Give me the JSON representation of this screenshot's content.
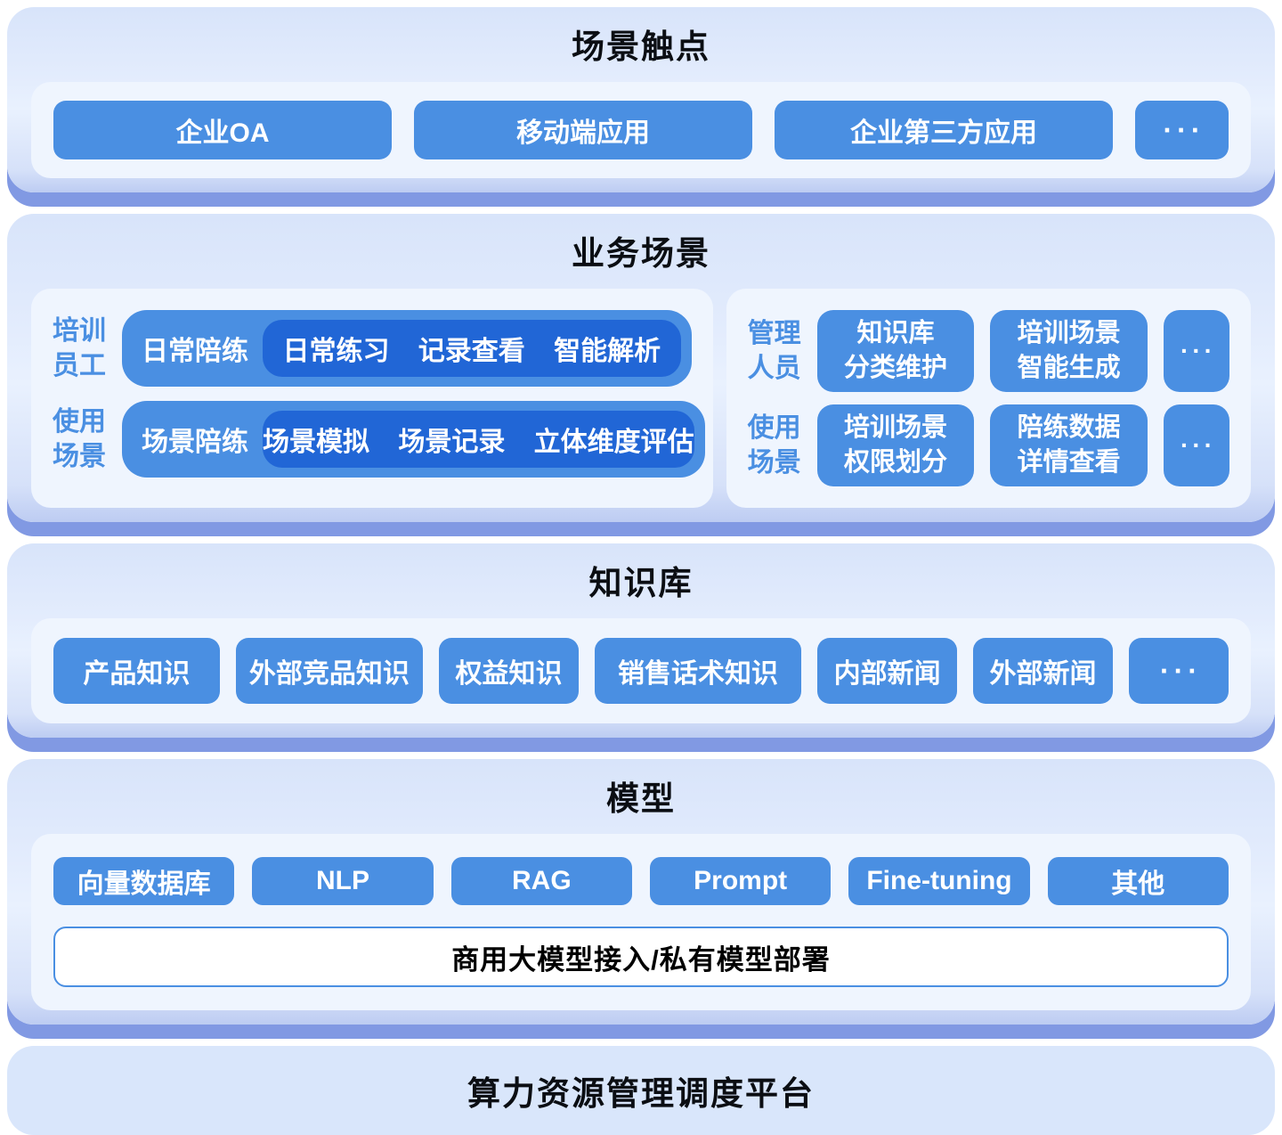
{
  "colors": {
    "accent_blue": "#4a8fe2",
    "deep_blue": "#2166d6",
    "offset_shadow": "#8199e3",
    "card_bg": "#e3ecfd",
    "panel_bg": "#eff5fe",
    "bottom_bar_bg": "#d9e6fb",
    "title_text": "#0b0e13"
  },
  "touchpoints": {
    "title": "场景触点",
    "items": [
      "企业OA",
      "移动端应用",
      "企业第三方应用"
    ],
    "more": "···"
  },
  "business": {
    "title": "业务场景",
    "left": {
      "rows": [
        {
          "label": "培训\n员工",
          "pill_label": "日常陪练",
          "pill_items": [
            "日常练习",
            "记录查看",
            "智能解析"
          ]
        },
        {
          "label": "使用\n场景",
          "pill_label": "场景陪练",
          "pill_items": [
            "场景模拟",
            "场景记录",
            "立体维度评估"
          ]
        }
      ]
    },
    "right": {
      "rows": [
        {
          "label": "管理\n人员",
          "boxes": [
            "知识库\n分类维护",
            "培训场景\n智能生成"
          ],
          "more": "···"
        },
        {
          "label": "使用\n场景",
          "boxes": [
            "培训场景\n权限划分",
            "陪练数据\n详情查看"
          ],
          "more": "···"
        }
      ]
    }
  },
  "knowledge": {
    "title": "知识库",
    "items": [
      "产品知识",
      "外部竞品知识",
      "权益知识",
      "销售话术知识",
      "内部新闻",
      "外部新闻"
    ],
    "more": "···"
  },
  "model": {
    "title": "模型",
    "items": [
      "向量数据库",
      "NLP",
      "RAG",
      "Prompt",
      "Fine-tuning",
      "其他"
    ],
    "bar": "商用大模型接入/私有模型部署"
  },
  "platform": {
    "title": "算力资源管理调度平台"
  }
}
